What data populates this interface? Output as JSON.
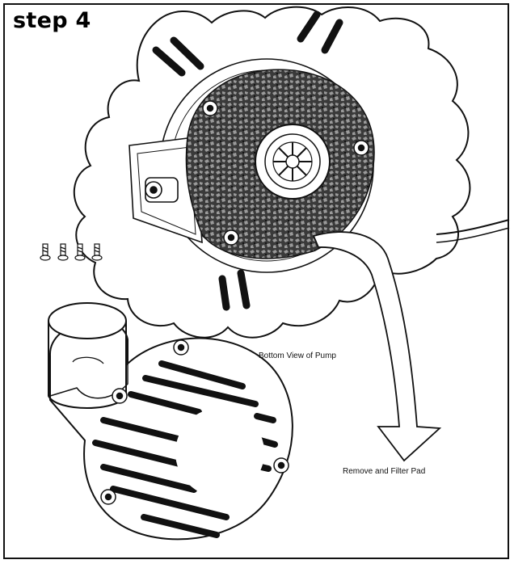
{
  "step": {
    "title": "step 4"
  },
  "labels": {
    "bottom_view": "Bottom View of Pump",
    "remove_pad": "Remove and Filter Pad"
  },
  "colors": {
    "ink": "#111111",
    "paper": "#ffffff",
    "filter": "#2a2a2a"
  },
  "icons": [
    "screw-icon",
    "arrow-icon"
  ]
}
